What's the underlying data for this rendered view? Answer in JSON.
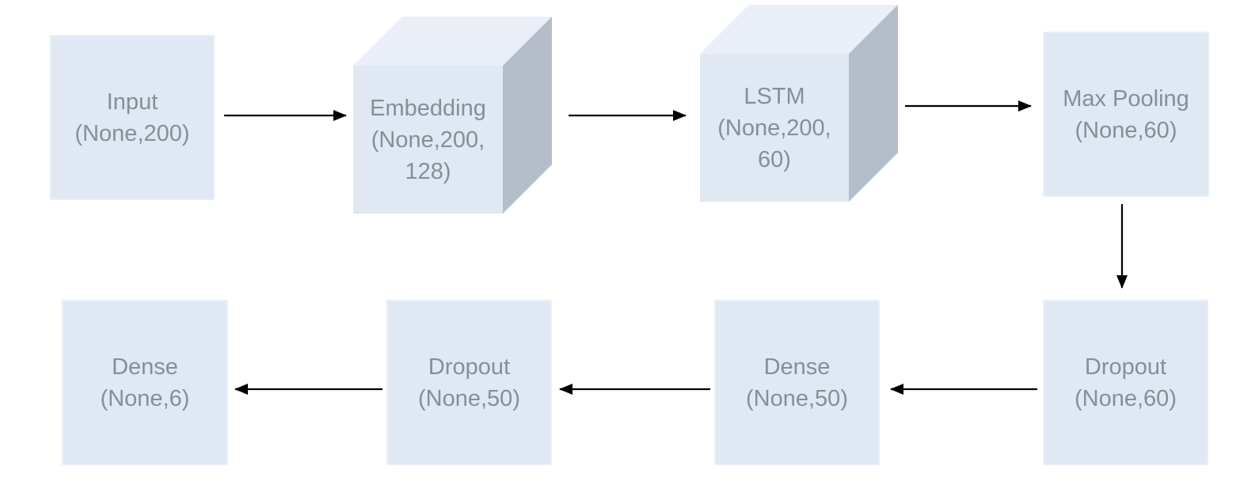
{
  "diagram_type": "neural-network-architecture-flowchart",
  "colors": {
    "background": "#ffffff",
    "box_fill": "#dfe8f3",
    "box_border": "#e9eff8",
    "cube_front": "#e0e8f3",
    "cube_top": "#eaeff7",
    "cube_side": "#b4bdc9",
    "text": "#878e96",
    "arrow": "#000000"
  },
  "nodes": [
    {
      "id": "input",
      "render": "flat-box",
      "label": "Input",
      "shape": "(None,200)",
      "lines": [
        "Input",
        "(None,200)"
      ]
    },
    {
      "id": "embedding",
      "render": "3d-cube",
      "label": "Embedding",
      "shape": "(None,200,128)",
      "lines": [
        "Embedding",
        "(None,200,",
        "128)"
      ]
    },
    {
      "id": "lstm",
      "render": "3d-cube",
      "label": "LSTM",
      "shape": "(None,200,60)",
      "lines": [
        "LSTM",
        "(None,200,",
        "60)"
      ]
    },
    {
      "id": "max_pooling",
      "render": "flat-box",
      "label": "Max Pooling",
      "shape": "(None,60)",
      "lines": [
        "Max Pooling",
        "(None,60)"
      ]
    },
    {
      "id": "dropout_1",
      "render": "flat-box",
      "label": "Dropout",
      "shape": "(None,60)",
      "lines": [
        "Dropout",
        "(None,60)"
      ]
    },
    {
      "id": "dense_1",
      "render": "flat-box",
      "label": "Dense",
      "shape": "(None,50)",
      "lines": [
        "Dense",
        "(None,50)"
      ]
    },
    {
      "id": "dropout_2",
      "render": "flat-box",
      "label": "Dropout",
      "shape": "(None,50)",
      "lines": [
        "Dropout",
        "(None,50)"
      ]
    },
    {
      "id": "dense_2",
      "render": "flat-box",
      "label": "Dense",
      "shape": "(None,6)",
      "lines": [
        "Dense",
        "(None,6)"
      ]
    }
  ],
  "edges": [
    {
      "from": "input",
      "to": "embedding",
      "direction": "right"
    },
    {
      "from": "embedding",
      "to": "lstm",
      "direction": "right"
    },
    {
      "from": "lstm",
      "to": "max_pooling",
      "direction": "right"
    },
    {
      "from": "max_pooling",
      "to": "dropout_1",
      "direction": "down"
    },
    {
      "from": "dropout_1",
      "to": "dense_1",
      "direction": "left"
    },
    {
      "from": "dense_1",
      "to": "dropout_2",
      "direction": "left"
    },
    {
      "from": "dropout_2",
      "to": "dense_2",
      "direction": "left"
    }
  ]
}
